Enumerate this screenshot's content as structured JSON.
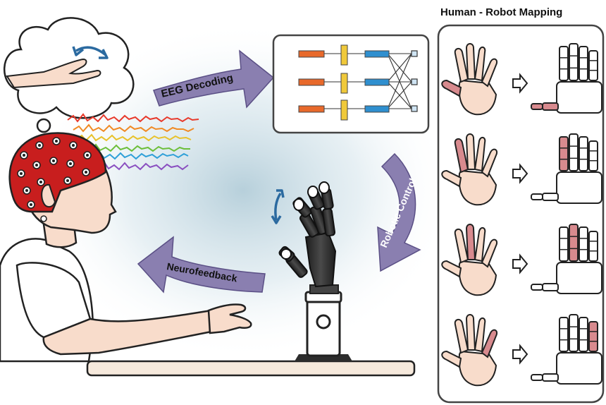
{
  "labels": {
    "panel_title": "Human - Robot Mapping",
    "eeg_decoding": "EEG Decoding",
    "robotic_control": "Robotic Control",
    "neurofeedback": "Neurofeedback"
  },
  "mapping_rows": [
    {
      "highlighted_finger": "thumb"
    },
    {
      "highlighted_finger": "index"
    },
    {
      "highlighted_finger": "middle"
    },
    {
      "highlighted_finger": "pinky"
    }
  ],
  "colors": {
    "arrow": "#8a7fb0",
    "cap": "#c81e1e",
    "skin": "#f8dccb",
    "highlight": "#d88a8e",
    "network_input": "#e8692b",
    "network_filter": "#f0c93a",
    "network_hidden": "#2f8fcf",
    "robot_hand": "#2d2d2d",
    "eeg_waves": [
      "#e8392b",
      "#f08a24",
      "#e8c22b",
      "#6cbf3a",
      "#2fa0d8",
      "#8a4fc0"
    ]
  },
  "icons": {
    "rotation": "double-arrow-curved-icon",
    "mapping": "right-arrow-outline-icon"
  }
}
